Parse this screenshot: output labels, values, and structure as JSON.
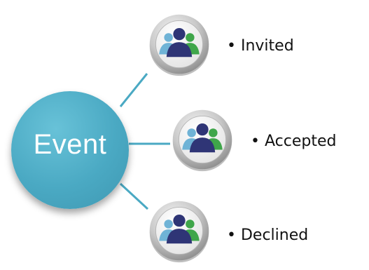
{
  "center": {
    "label": "Event"
  },
  "items": [
    {
      "label": "• Invited",
      "icon": "people-group-icon"
    },
    {
      "label": "• Accepted",
      "icon": "people-group-icon"
    },
    {
      "label": "• Declined",
      "icon": "people-group-icon"
    }
  ],
  "colors": {
    "hub": "#4aa9c3",
    "connector": "#4aa9c3",
    "person_front": "#2f3576",
    "person_left": "#6fb3d6",
    "person_right": "#3fa64a"
  }
}
